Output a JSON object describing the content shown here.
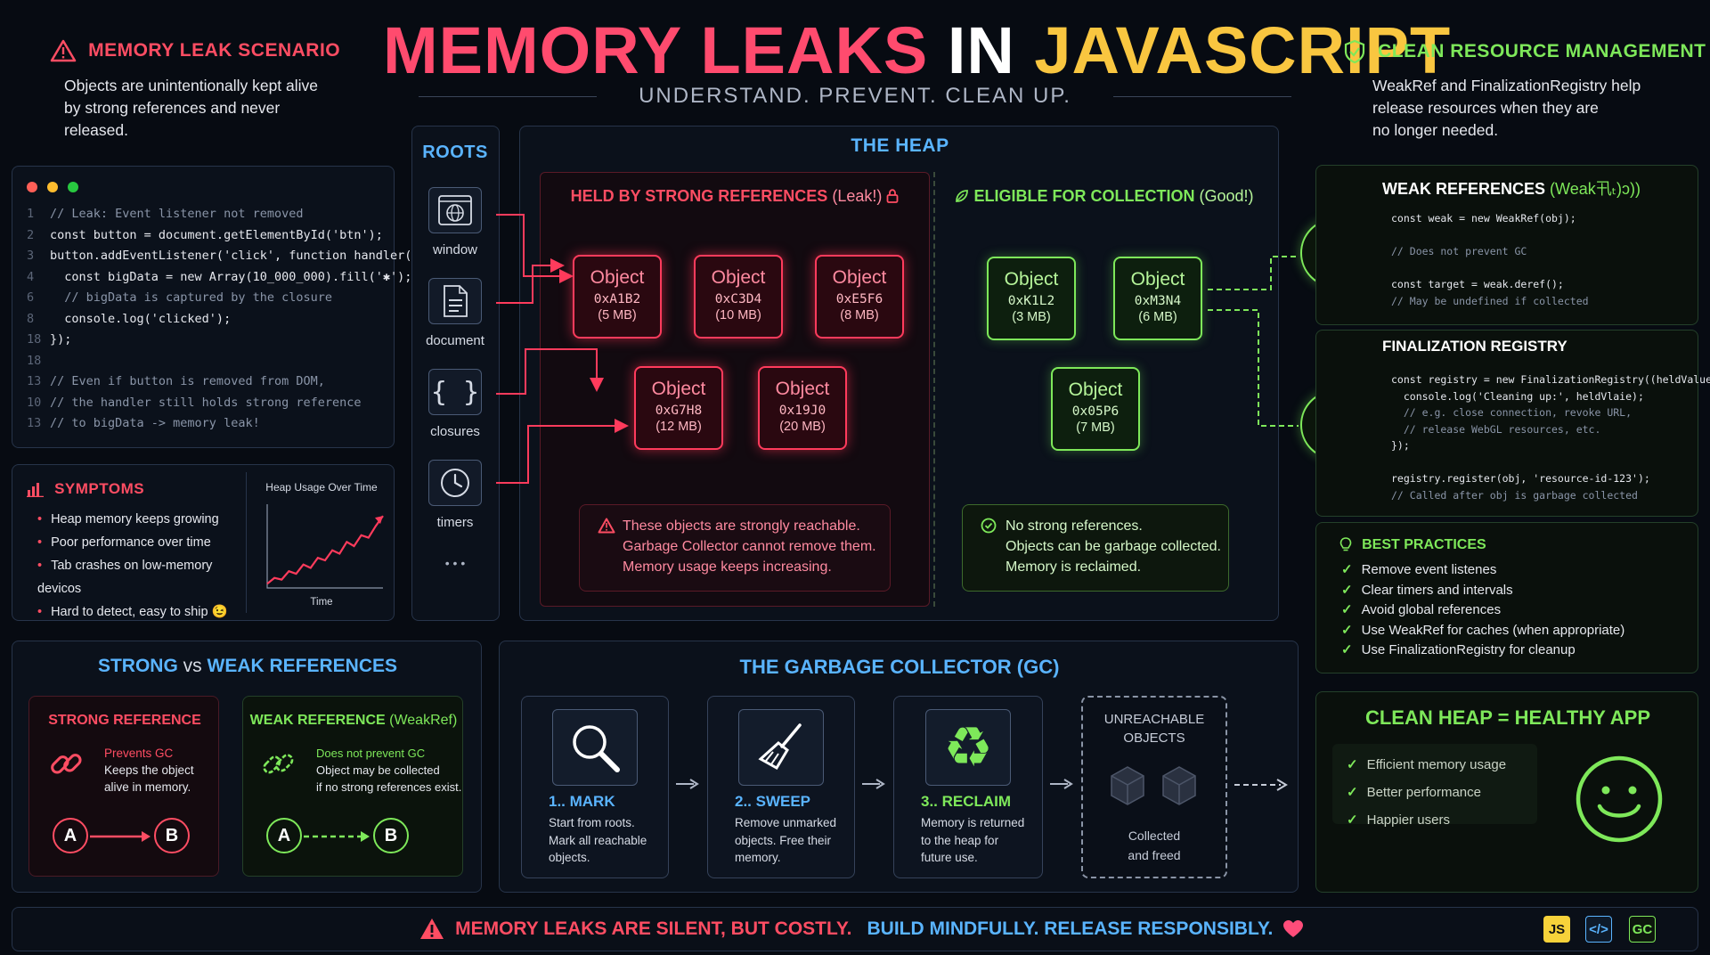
{
  "header": {
    "title_part1": "MEMORY LEAKS",
    "title_part2": "IN",
    "title_part3": "JAVASCRIPT",
    "subtitle": "UNDERSTAND. PREVENT. CLEAN UP."
  },
  "scenario": {
    "title": "MEMORY LEAK SCENARIO",
    "lines": [
      "Objects are unintentionally kept alive",
      "by strong references and never",
      "released."
    ]
  },
  "clean_mgmt": {
    "title": "CLEAN RESOURCE MANAGEMENT",
    "lines": [
      "WeakRef and FinalizationRegistry help",
      "release resources when they are",
      "no longer needed."
    ]
  },
  "code_example": {
    "lines": [
      {
        "ln": "1",
        "text": "// Leak: Event listener not removed",
        "comment": true
      },
      {
        "ln": "2",
        "text": "const button = document.getElementById('btn');",
        "comment": false
      },
      {
        "ln": "3",
        "text": "button.addEventListener('click', function handler() {",
        "comment": false
      },
      {
        "ln": "4",
        "text": "  const bigData = new Array(10_000_000).fill('✱');",
        "comment": false
      },
      {
        "ln": "6",
        "text": "  // bigData is captured by the closure",
        "comment": true
      },
      {
        "ln": "8",
        "text": "  console.log('clicked');",
        "comment": false
      },
      {
        "ln": "18",
        "text": "});",
        "comment": false
      },
      {
        "ln": "18",
        "text": "",
        "comment": false
      },
      {
        "ln": "13",
        "text": "// Even if button is removed from DOM,",
        "comment": true
      },
      {
        "ln": "10",
        "text": "// the handler still holds strong reference",
        "comment": true
      },
      {
        "ln": "13",
        "text": "// to bigData -> memory leak!",
        "comment": true
      }
    ]
  },
  "symptoms": {
    "title": "SYMPTOMS",
    "items": [
      "Heap memory keeps growing",
      "Poor performance over time",
      "Tab crashes on low-memory devicos",
      "Hard to detect, easy to ship 😉"
    ],
    "chart_title": "Heap Usage Over Time",
    "chart_xlabel": "Time"
  },
  "chart_data": {
    "type": "line",
    "title": "Heap Usage Over Time",
    "xlabel": "Time",
    "ylabel": "",
    "grid": false,
    "x": [
      0,
      1,
      2,
      3,
      4,
      5,
      6,
      7,
      8,
      9,
      10,
      11,
      12,
      13,
      14,
      15,
      16
    ],
    "series": [
      {
        "values": [
          5,
          12,
          10,
          20,
          17,
          28,
          24,
          36,
          33,
          45,
          41,
          55,
          50,
          63,
          60,
          74,
          86
        ]
      }
    ],
    "ylim": [
      0,
      100
    ]
  },
  "roots": {
    "title": "ROOTS",
    "items": [
      {
        "label": "window",
        "icon": "globe-icon"
      },
      {
        "label": "document",
        "icon": "document-icon"
      },
      {
        "label": "closures",
        "icon": "braces-icon"
      },
      {
        "label": "timers",
        "icon": "clock-icon"
      }
    ],
    "more": "• • •"
  },
  "heap": {
    "title": "THE HEAP",
    "strong_title": "HELD BY STRONG REFERENCES",
    "strong_suffix": "(Leak!)",
    "weak_title": "ELIGIBLE FOR COLLECTION",
    "weak_suffix": "(Good!)",
    "strong_objects": [
      {
        "name": "Object",
        "addr": "0xA1B2",
        "size": "(5 MB)"
      },
      {
        "name": "Object",
        "addr": "0xC3D4",
        "size": "(10 MB)"
      },
      {
        "name": "Object",
        "addr": "0xE5F6",
        "size": "(8 MB)"
      },
      {
        "name": "Object",
        "addr": "0xG7H8",
        "size": "(12 MB)"
      },
      {
        "name": "Object",
        "addr": "0x19J0",
        "size": "(20 MB)"
      }
    ],
    "weak_objects": [
      {
        "name": "Object",
        "addr": "0xK1L2",
        "size": "(3 MB)"
      },
      {
        "name": "Object",
        "addr": "0xM3N4",
        "size": "(6 MB)"
      },
      {
        "name": "Object",
        "addr": "0x05P6",
        "size": "(7 MB)"
      }
    ],
    "strong_note": [
      "These objects are strongly reachable.",
      "Garbage Collector cannot remove them.",
      "Memory usage keeps increasing."
    ],
    "weak_note": [
      "No strong references.",
      "Objects can be garbage collected.",
      "Memory is reclaimed."
    ]
  },
  "weak_refs": {
    "title": "WEAK REFERENCES",
    "title_suffix": "(Weak卂ₜ)ↄ))",
    "code": [
      {
        "text": "const weak = new WeakRef(obj);",
        "comment": false
      },
      {
        "text": "",
        "comment": false
      },
      {
        "text": "// Does not prevent GC",
        "comment": true
      },
      {
        "text": "",
        "comment": false
      },
      {
        "text": "const target = weak.deref();",
        "comment": false
      },
      {
        "text": "// May be undefined if collected",
        "comment": true
      }
    ]
  },
  "finalization": {
    "title": "FINALIZATION REGISTRY",
    "code": [
      {
        "text": "const registry = new FinalizationRegistry((heldValue) => {",
        "comment": false
      },
      {
        "text": "  console.log('Cleaning up:', heldVlaie);",
        "comment": false
      },
      {
        "text": "  // e.g. close connection, revoke URL,",
        "comment": true
      },
      {
        "text": "  // release WebGL resources, etc.",
        "comment": true
      },
      {
        "text": "});",
        "comment": false
      },
      {
        "text": "",
        "comment": false
      },
      {
        "text": "registry.register(obj, 'resource-id-123');",
        "comment": false
      },
      {
        "text": "// Called after obj is garbage collected",
        "comment": true
      }
    ]
  },
  "best_practices": {
    "title": "BEST PRACTICES",
    "items": [
      "Remove event listenes",
      "Clear timers and intervals",
      "Avoid global references",
      "Use WeakRef for caches (when appropriate)",
      "Use FinalizationRegistry for cleanup"
    ]
  },
  "strong_vs_weak": {
    "title_a": "STRONG",
    "title_vs": "vs",
    "title_b": "WEAK REFERENCES",
    "strong": {
      "title": "STRONG REFERENCE",
      "line1": "Prevents GC",
      "line2": "Keeps the object",
      "line3": "alive in memory.",
      "node_a": "A",
      "node_b": "B"
    },
    "weak": {
      "title": "WEAK REFERENCE",
      "title_suffix": "(WeakRef)",
      "line1": "Does not prevent GC",
      "line2": "Object may be collected",
      "line3": "if no strong references exist.",
      "node_a": "A",
      "node_b": "B"
    }
  },
  "gc": {
    "title": "THE GARBAGE COLLECTOR (GC)",
    "steps": [
      {
        "title": "1.. MARK",
        "lines": [
          "Start from roots.",
          "Mark all reachable",
          "objects."
        ]
      },
      {
        "title": "2.. SWEEP",
        "lines": [
          "Remove unmarked",
          "objects. Free their",
          "memory."
        ]
      },
      {
        "title": "3.. RECLAIM",
        "lines": [
          "Memory is returned",
          "to the heap for",
          "future use."
        ]
      }
    ],
    "unreachable_title1": "UNREACHABLE",
    "unreachable_title2": "OBJECTS",
    "collected1": "Collected",
    "collected2": "and freed"
  },
  "clean_heap": {
    "title": "CLEAN HEAP = HEALTHY APP",
    "items": [
      "Efficient memory usage",
      "Better performance",
      "Happier users"
    ]
  },
  "footer": {
    "part1": "MEMORY LEAKS ARE SILENT, BUT COSTLY.",
    "part2": "BUILD MINDFULLY. RELEASE RESPONSIBLY.",
    "badges": [
      "JS",
      "</>",
      "GC"
    ]
  },
  "colors": {
    "red": "#ff4d63",
    "green": "#7ee85a",
    "blue": "#5ab4ff",
    "gold": "#f7c542",
    "background": "#070b12"
  }
}
